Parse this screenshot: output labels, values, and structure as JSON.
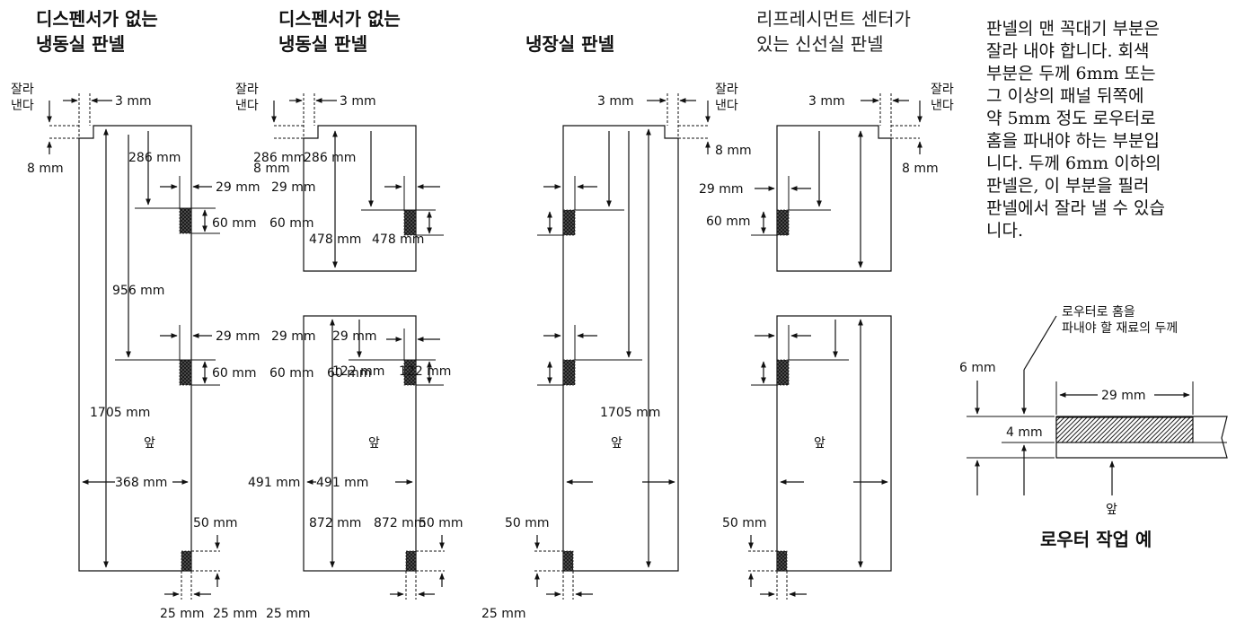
{
  "panel_titles": {
    "p1": [
      "디스펜서가 없는",
      "냉동실 판넬"
    ],
    "p2": [
      "디스펜서가 없는",
      "냉동실 판넬"
    ],
    "p3": [
      "냉장실 판넬"
    ],
    "p4": [
      "리프레시먼트 센터가",
      "있는 신선실 판넬"
    ]
  },
  "cut_label": [
    "잘라",
    "낸다"
  ],
  "front_label": "앞",
  "dims": {
    "notch_w": "3 mm",
    "notch_h": "8 mm",
    "d286": "286 mm",
    "d29": "29 mm",
    "d60": "60 mm",
    "d478": "478 mm",
    "d956": "956 mm",
    "d122": "122 mm",
    "d1705": "1705 mm",
    "d368": "368 mm",
    "d491": "491 mm",
    "d872": "872 mm",
    "d50": "50 mm",
    "d25": "25 mm"
  },
  "note_lines": [
    "판넬의 맨 꼭대기 부분은",
    "잘라 내야 합니다. 회색",
    "부분은 두께 6mm 또는",
    "그 이상의 패널 뒤쪽에",
    "약 5mm 정도 로우터로",
    "홈을 파내야 하는 부분입",
    "니다. 두께 6mm 이하의",
    "판넬은, 이 부분을 필러",
    "판넬에서 잘라 낼 수 있습",
    "니다."
  ],
  "router": {
    "callout": [
      "로우터로 홈을",
      "파내야 할 재료의 두께"
    ],
    "thickness": "6 mm",
    "depth": "4 mm",
    "width": "29 mm",
    "front": "앞",
    "caption": "로우터 작업 예"
  }
}
